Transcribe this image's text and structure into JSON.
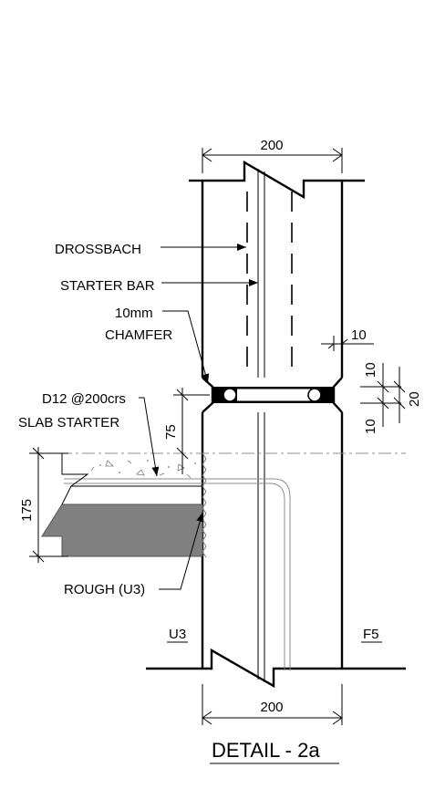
{
  "title": "DETAIL - 2a",
  "labels": {
    "drossbach": "DROSSBACH",
    "starter_bar": "STARTER BAR",
    "chamfer_line1": "10mm",
    "chamfer_line2": "CHAMFER",
    "slab_starter_line1": "D12 @200crs",
    "slab_starter_line2": "SLAB STARTER",
    "rough": "ROUGH (U3)",
    "finish_left": "U3",
    "finish_right": "F5"
  },
  "dimensions": {
    "top_width": "200",
    "bottom_width": "200",
    "chamfer": "10",
    "joint_upper": "10",
    "joint_lower": "10",
    "joint_total": "20",
    "starter_height": "75",
    "slab_depth": "175"
  }
}
